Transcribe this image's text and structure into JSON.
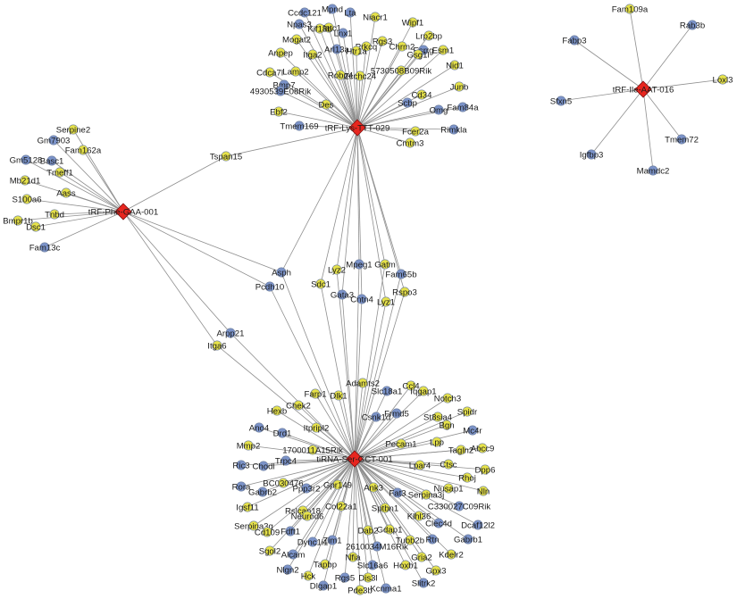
{
  "colors": {
    "blue": "#7b93c9",
    "yellow": "#e6e24a",
    "hub": "#e8261f",
    "edge": "#8f8f8f"
  },
  "hubs": [
    {
      "id": "lys",
      "label": "tRF-Lys-TTT-029"
    },
    {
      "id": "phe",
      "label": "tRF-Phe-GAA-001"
    },
    {
      "id": "ile",
      "label": "tRF-Ile-AAT-016"
    },
    {
      "id": "ser",
      "label": "tiRNA-Ser-GCT-001"
    }
  ],
  "genes": [
    {
      "label": "Mpnd",
      "color": "blue",
      "hubs": [
        "lys"
      ]
    },
    {
      "label": "Ccdc121",
      "color": "blue",
      "hubs": [
        "lys"
      ]
    },
    {
      "label": "Lta",
      "color": "blue",
      "hubs": [
        "lys"
      ]
    },
    {
      "label": "Npas3",
      "color": "blue",
      "hubs": [
        "lys"
      ]
    },
    {
      "label": "Nfatc1",
      "color": "yellow",
      "hubs": [
        "lys"
      ]
    },
    {
      "label": "Niacr1",
      "color": "yellow",
      "hubs": [
        "lys"
      ]
    },
    {
      "label": "Wipf1",
      "color": "yellow",
      "hubs": [
        "lys"
      ]
    },
    {
      "label": "Kif18b",
      "color": "yellow",
      "hubs": [
        "lys"
      ]
    },
    {
      "label": "Lnx1",
      "color": "blue",
      "hubs": [
        "lys"
      ]
    },
    {
      "label": "Rgs3",
      "color": "yellow",
      "hubs": [
        "lys"
      ]
    },
    {
      "label": "Lrp2bp",
      "color": "yellow",
      "hubs": [
        "lys"
      ]
    },
    {
      "label": "Mogat2",
      "color": "yellow",
      "hubs": [
        "lys"
      ]
    },
    {
      "label": "Arl13a",
      "color": "blue",
      "hubs": [
        "lys"
      ]
    },
    {
      "label": "Prkcq",
      "color": "yellow",
      "hubs": [
        "lys"
      ]
    },
    {
      "label": "Chrm2",
      "color": "yellow",
      "hubs": [
        "lys"
      ]
    },
    {
      "label": "Esrrg",
      "color": "blue",
      "hubs": [
        "lys"
      ]
    },
    {
      "label": "Htr1a",
      "color": "yellow",
      "hubs": [
        "lys"
      ]
    },
    {
      "label": "Anpep",
      "color": "yellow",
      "hubs": [
        "lys"
      ]
    },
    {
      "label": "Itga2",
      "color": "yellow",
      "hubs": [
        "lys"
      ]
    },
    {
      "label": "Esm1",
      "color": "yellow",
      "hubs": [
        "lys"
      ]
    },
    {
      "label": "Gsg1l",
      "color": "yellow",
      "hubs": [
        "lys"
      ]
    },
    {
      "label": "Nid1",
      "color": "yellow",
      "hubs": [
        "lys"
      ]
    },
    {
      "label": "Cdca7l",
      "color": "yellow",
      "hubs": [
        "lys"
      ]
    },
    {
      "label": "Lamp2",
      "color": "yellow",
      "hubs": [
        "lys"
      ]
    },
    {
      "label": "Robo4",
      "color": "yellow",
      "hubs": [
        "lys"
      ]
    },
    {
      "label": "5730508B09Rik",
      "color": "yellow",
      "hubs": [
        "lys"
      ]
    },
    {
      "label": "Zcchc24",
      "color": "yellow",
      "hubs": [
        "lys"
      ]
    },
    {
      "label": "Bmp7",
      "color": "blue",
      "hubs": [
        "lys"
      ]
    },
    {
      "label": "Junb",
      "color": "yellow",
      "hubs": [
        "lys"
      ]
    },
    {
      "label": "4930539E08Rik",
      "color": "blue",
      "hubs": [
        "lys"
      ]
    },
    {
      "label": "Cd34",
      "color": "yellow",
      "hubs": [
        "lys"
      ]
    },
    {
      "label": "Des",
      "color": "yellow",
      "hubs": [
        "lys"
      ]
    },
    {
      "label": "Scbp",
      "color": "blue",
      "hubs": [
        "lys"
      ]
    },
    {
      "label": "Fam84a",
      "color": "blue",
      "hubs": [
        "lys"
      ]
    },
    {
      "label": "Omg",
      "color": "blue",
      "hubs": [
        "lys"
      ]
    },
    {
      "label": "Ebf2",
      "color": "yellow",
      "hubs": [
        "lys"
      ]
    },
    {
      "label": "Tmem169",
      "color": "blue",
      "hubs": [
        "lys"
      ]
    },
    {
      "label": "Rimkla",
      "color": "blue",
      "hubs": [
        "lys"
      ]
    },
    {
      "label": "Fcer2a",
      "color": "yellow",
      "hubs": [
        "lys"
      ]
    },
    {
      "label": "Cmtm3",
      "color": "yellow",
      "hubs": [
        "lys"
      ]
    },
    {
      "label": "Serpine2",
      "color": "yellow",
      "hubs": [
        "phe"
      ]
    },
    {
      "label": "Gm7903",
      "color": "blue",
      "hubs": [
        "phe"
      ]
    },
    {
      "label": "Fam162a",
      "color": "yellow",
      "hubs": [
        "phe"
      ]
    },
    {
      "label": "Gm5128",
      "color": "blue",
      "hubs": [
        "phe"
      ]
    },
    {
      "label": "Basc1",
      "color": "blue",
      "hubs": [
        "phe"
      ]
    },
    {
      "label": "Tmeff1",
      "color": "yellow",
      "hubs": [
        "phe"
      ]
    },
    {
      "label": "Mb21d1",
      "color": "yellow",
      "hubs": [
        "phe"
      ]
    },
    {
      "label": "Aass",
      "color": "yellow",
      "hubs": [
        "phe"
      ]
    },
    {
      "label": "S100a6",
      "color": "yellow",
      "hubs": [
        "phe"
      ]
    },
    {
      "label": "Tnbd",
      "color": "yellow",
      "hubs": [
        "phe"
      ]
    },
    {
      "label": "Bmpr1b",
      "color": "yellow",
      "hubs": [
        "phe"
      ]
    },
    {
      "label": "Dsc1",
      "color": "yellow",
      "hubs": [
        "phe"
      ]
    },
    {
      "label": "Fam13c",
      "color": "blue",
      "hubs": [
        "phe"
      ]
    },
    {
      "label": "Tspan15",
      "color": "yellow",
      "hubs": [
        "lys",
        "phe"
      ]
    },
    {
      "label": "Asph",
      "color": "blue",
      "hubs": [
        "lys",
        "phe",
        "ser"
      ]
    },
    {
      "label": "Pcdh10",
      "color": "blue",
      "hubs": [
        "phe",
        "ser"
      ]
    },
    {
      "label": "Arpp21",
      "color": "blue",
      "hubs": [
        "phe",
        "ser"
      ]
    },
    {
      "label": "Itga6",
      "color": "yellow",
      "hubs": [
        "phe",
        "ser"
      ]
    },
    {
      "label": "Lyz2",
      "color": "yellow",
      "hubs": [
        "lys",
        "ser"
      ]
    },
    {
      "label": "Mpeg1",
      "color": "blue",
      "hubs": [
        "lys",
        "ser"
      ]
    },
    {
      "label": "Gatm",
      "color": "yellow",
      "hubs": [
        "lys",
        "ser"
      ]
    },
    {
      "label": "Sdc1",
      "color": "yellow",
      "hubs": [
        "lys",
        "ser"
      ]
    },
    {
      "label": "Fam65b",
      "color": "blue",
      "hubs": [
        "lys",
        "ser"
      ]
    },
    {
      "label": "Rspo3",
      "color": "yellow",
      "hubs": [
        "lys",
        "ser"
      ]
    },
    {
      "label": "Gata3",
      "color": "blue",
      "hubs": [
        "lys",
        "ser"
      ]
    },
    {
      "label": "Cntn4",
      "color": "blue",
      "hubs": [
        "lys",
        "ser"
      ]
    },
    {
      "label": "Lyz1",
      "color": "yellow",
      "hubs": [
        "lys",
        "ser"
      ]
    },
    {
      "label": "Fam109a",
      "color": "yellow",
      "hubs": [
        "ile"
      ]
    },
    {
      "label": "Fabp3",
      "color": "blue",
      "hubs": [
        "ile"
      ]
    },
    {
      "label": "Rab3b",
      "color": "blue",
      "hubs": [
        "ile"
      ]
    },
    {
      "label": "Sfxn5",
      "color": "blue",
      "hubs": [
        "ile"
      ]
    },
    {
      "label": "Loxl3",
      "color": "yellow",
      "hubs": [
        "ile"
      ]
    },
    {
      "label": "Tmem72",
      "color": "blue",
      "hubs": [
        "ile"
      ]
    },
    {
      "label": "Igfbp3",
      "color": "blue",
      "hubs": [
        "ile"
      ]
    },
    {
      "label": "Mamdc2",
      "color": "blue",
      "hubs": [
        "ile"
      ]
    },
    {
      "label": "Adamts2",
      "color": "yellow",
      "hubs": [
        "ser"
      ]
    },
    {
      "label": "Ccl4",
      "color": "yellow",
      "hubs": [
        "ser"
      ]
    },
    {
      "label": "Farp1",
      "color": "yellow",
      "hubs": [
        "ser"
      ]
    },
    {
      "label": "Dlk1",
      "color": "yellow",
      "hubs": [
        "ser"
      ]
    },
    {
      "label": "Slc18a1",
      "color": "blue",
      "hubs": [
        "ser"
      ]
    },
    {
      "label": "Iqgap1",
      "color": "yellow",
      "hubs": [
        "ser"
      ]
    },
    {
      "label": "Notch3",
      "color": "yellow",
      "hubs": [
        "ser"
      ]
    },
    {
      "label": "Hexb",
      "color": "yellow",
      "hubs": [
        "ser"
      ]
    },
    {
      "label": "Chek2",
      "color": "yellow",
      "hubs": [
        "ser"
      ]
    },
    {
      "label": "Csnk1d",
      "color": "blue",
      "hubs": [
        "ser"
      ]
    },
    {
      "label": "Frmd5",
      "color": "blue",
      "hubs": [
        "ser"
      ]
    },
    {
      "label": "St8sia4",
      "color": "yellow",
      "hubs": [
        "ser"
      ]
    },
    {
      "label": "Spidr",
      "color": "yellow",
      "hubs": [
        "ser"
      ]
    },
    {
      "label": "Ano4",
      "color": "blue",
      "hubs": [
        "ser"
      ]
    },
    {
      "label": "Itpripl2",
      "color": "yellow",
      "hubs": [
        "ser"
      ]
    },
    {
      "label": "Bgn",
      "color": "yellow",
      "hubs": [
        "ser"
      ]
    },
    {
      "label": "Mc4r",
      "color": "blue",
      "hubs": [
        "ser"
      ]
    },
    {
      "label": "Drd1",
      "color": "blue",
      "hubs": [
        "ser"
      ]
    },
    {
      "label": "Mmp2",
      "color": "yellow",
      "hubs": [
        "ser"
      ]
    },
    {
      "label": "1700011A15Rik",
      "color": "yellow",
      "hubs": [
        "ser"
      ]
    },
    {
      "label": "Pecam1",
      "color": "yellow",
      "hubs": [
        "ser"
      ]
    },
    {
      "label": "Lpp",
      "color": "yellow",
      "hubs": [
        "ser"
      ]
    },
    {
      "label": "Tagln2",
      "color": "yellow",
      "hubs": [
        "ser"
      ]
    },
    {
      "label": "Abcc9",
      "color": "yellow",
      "hubs": [
        "ser"
      ]
    },
    {
      "label": "Trpc4",
      "color": "blue",
      "hubs": [
        "ser"
      ]
    },
    {
      "label": "Ric3",
      "color": "blue",
      "hubs": [
        "ser"
      ]
    },
    {
      "label": "Chodl",
      "color": "blue",
      "hubs": [
        "ser"
      ]
    },
    {
      "label": "Lpar4",
      "color": "yellow",
      "hubs": [
        "ser"
      ]
    },
    {
      "label": "Ctsc",
      "color": "yellow",
      "hubs": [
        "ser"
      ]
    },
    {
      "label": "Dpp6",
      "color": "yellow",
      "hubs": [
        "ser"
      ]
    },
    {
      "label": "BC030476",
      "color": "yellow",
      "hubs": [
        "ser"
      ]
    },
    {
      "label": "Rhoj",
      "color": "yellow",
      "hubs": [
        "ser"
      ]
    },
    {
      "label": "Rora",
      "color": "blue",
      "hubs": [
        "ser"
      ]
    },
    {
      "label": "Gabrb2",
      "color": "blue",
      "hubs": [
        "ser"
      ]
    },
    {
      "label": "Ppp3r2",
      "color": "blue",
      "hubs": [
        "ser"
      ]
    },
    {
      "label": "Gpr149",
      "color": "yellow",
      "hubs": [
        "ser"
      ]
    },
    {
      "label": "Ank3",
      "color": "yellow",
      "hubs": [
        "ser"
      ]
    },
    {
      "label": "Fat3",
      "color": "blue",
      "hubs": [
        "ser"
      ]
    },
    {
      "label": "Serpina3j",
      "color": "yellow",
      "hubs": [
        "ser"
      ]
    },
    {
      "label": "Nusap1",
      "color": "yellow",
      "hubs": [
        "ser"
      ]
    },
    {
      "label": "Nln",
      "color": "yellow",
      "hubs": [
        "ser"
      ]
    },
    {
      "label": "Igsf11",
      "color": "yellow",
      "hubs": [
        "ser"
      ]
    },
    {
      "label": "Rslcan18",
      "color": "yellow",
      "hubs": [
        "ser"
      ]
    },
    {
      "label": "Col22a1",
      "color": "yellow",
      "hubs": [
        "ser"
      ]
    },
    {
      "label": "Sptbn1",
      "color": "yellow",
      "hubs": [
        "ser"
      ]
    },
    {
      "label": "C330027C09Rik",
      "color": "blue",
      "hubs": [
        "ser"
      ]
    },
    {
      "label": "Neurod6",
      "color": "yellow",
      "hubs": [
        "ser"
      ]
    },
    {
      "label": "Klhl36",
      "color": "yellow",
      "hubs": [
        "ser"
      ]
    },
    {
      "label": "Clec4d",
      "color": "blue",
      "hubs": [
        "ser"
      ]
    },
    {
      "label": "Dcaf12l2",
      "color": "blue",
      "hubs": [
        "ser"
      ]
    },
    {
      "label": "Serpina3g",
      "color": "yellow",
      "hubs": [
        "ser"
      ]
    },
    {
      "label": "Cd109",
      "color": "yellow",
      "hubs": [
        "ser"
      ]
    },
    {
      "label": "Fdft1",
      "color": "blue",
      "hubs": [
        "ser"
      ]
    },
    {
      "label": "Gdap1",
      "color": "yellow",
      "hubs": [
        "ser"
      ]
    },
    {
      "label": "Rtn",
      "color": "blue",
      "hubs": [
        "ser"
      ]
    },
    {
      "label": "Gabrb1",
      "color": "blue",
      "hubs": [
        "ser"
      ]
    },
    {
      "label": "Dab2",
      "color": "yellow",
      "hubs": [
        "ser"
      ]
    },
    {
      "label": "Tubb2b",
      "color": "yellow",
      "hubs": [
        "ser"
      ]
    },
    {
      "label": "Sgol2",
      "color": "yellow",
      "hubs": [
        "ser"
      ]
    },
    {
      "label": "Dync1i1",
      "color": "blue",
      "hubs": [
        "ser"
      ]
    },
    {
      "label": "Zim1",
      "color": "blue",
      "hubs": [
        "ser"
      ]
    },
    {
      "label": "2610034M16Rik",
      "color": "blue",
      "hubs": [
        "ser"
      ]
    },
    {
      "label": "Kdelr2",
      "color": "yellow",
      "hubs": [
        "ser"
      ]
    },
    {
      "label": "Alcam",
      "color": "blue",
      "hubs": [
        "ser"
      ]
    },
    {
      "label": "Nfia",
      "color": "yellow",
      "hubs": [
        "ser"
      ]
    },
    {
      "label": "Gria2",
      "color": "yellow",
      "hubs": [
        "ser"
      ]
    },
    {
      "label": "Nlgn2",
      "color": "blue",
      "hubs": [
        "ser"
      ]
    },
    {
      "label": "Tapbp",
      "color": "yellow",
      "hubs": [
        "ser"
      ]
    },
    {
      "label": "Slc16a6",
      "color": "blue",
      "hubs": [
        "ser"
      ]
    },
    {
      "label": "Hoxb1",
      "color": "yellow",
      "hubs": [
        "ser"
      ]
    },
    {
      "label": "Gpx3",
      "color": "yellow",
      "hubs": [
        "ser"
      ]
    },
    {
      "label": "Hck",
      "color": "yellow",
      "hubs": [
        "ser"
      ]
    },
    {
      "label": "Rgs5",
      "color": "blue",
      "hubs": [
        "ser"
      ]
    },
    {
      "label": "Dis3l",
      "color": "yellow",
      "hubs": [
        "ser"
      ]
    },
    {
      "label": "Kcnma1",
      "color": "blue",
      "hubs": [
        "ser"
      ]
    },
    {
      "label": "Slitrk2",
      "color": "blue",
      "hubs": [
        "ser"
      ]
    },
    {
      "label": "Dlgap1",
      "color": "blue",
      "hubs": [
        "ser"
      ]
    },
    {
      "label": "Pde3b",
      "color": "yellow",
      "hubs": [
        "ser"
      ]
    }
  ]
}
